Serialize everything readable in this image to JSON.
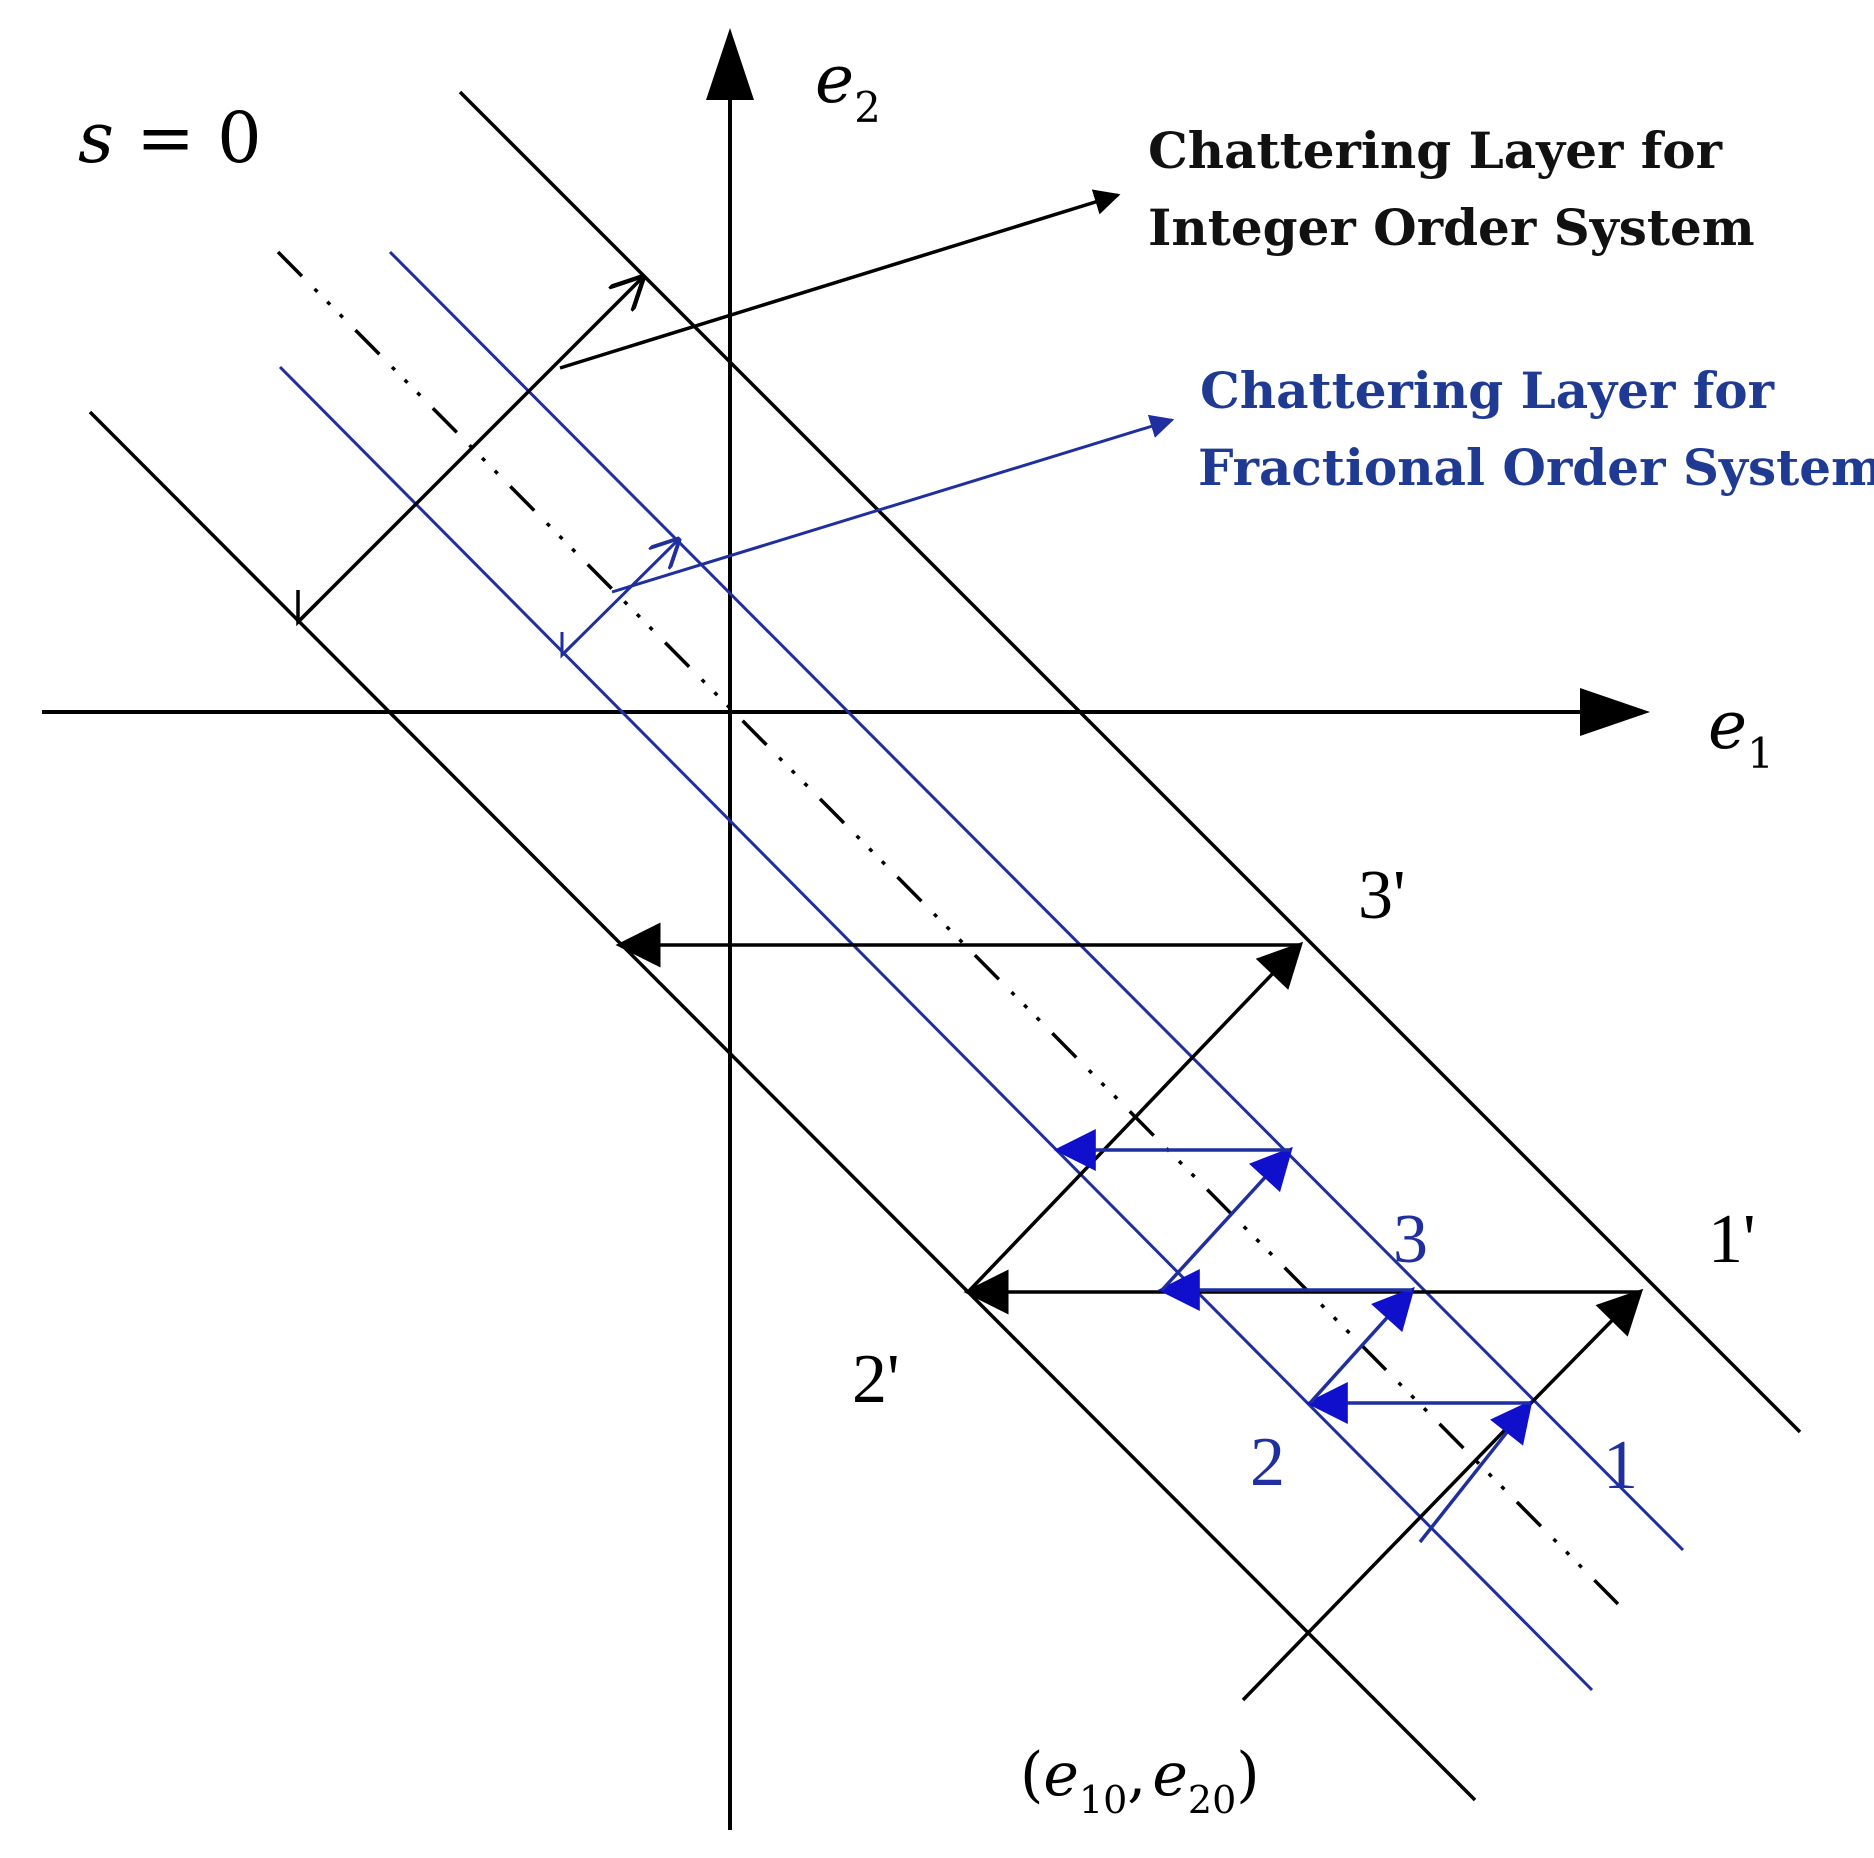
{
  "axes": {
    "x_label": "e",
    "x_sub": "1",
    "y_label": "e",
    "y_sub": "2"
  },
  "surface_label": {
    "var": "s",
    "rest": " = 0"
  },
  "legend": {
    "integer_line1": "Chattering  Layer  for",
    "integer_line2": "Integer Order System",
    "fractional_line1": "Chattering Layer for",
    "fractional_line2": "Fractional Order System"
  },
  "integer_points": [
    "1'",
    "2'",
    "3'"
  ],
  "fractional_points": [
    "1",
    "2",
    "3"
  ],
  "initial_point": {
    "open": "(",
    "e1": "e",
    "e1_sub": "10",
    "comma": ",",
    "e2": "e",
    "e2_sub": "20",
    "close": ")"
  },
  "colors": {
    "integer": "#000000",
    "fractional": "#1f2fa0",
    "fractional_label": "#1f3a93",
    "fractional_arrow": "#1010cc"
  }
}
